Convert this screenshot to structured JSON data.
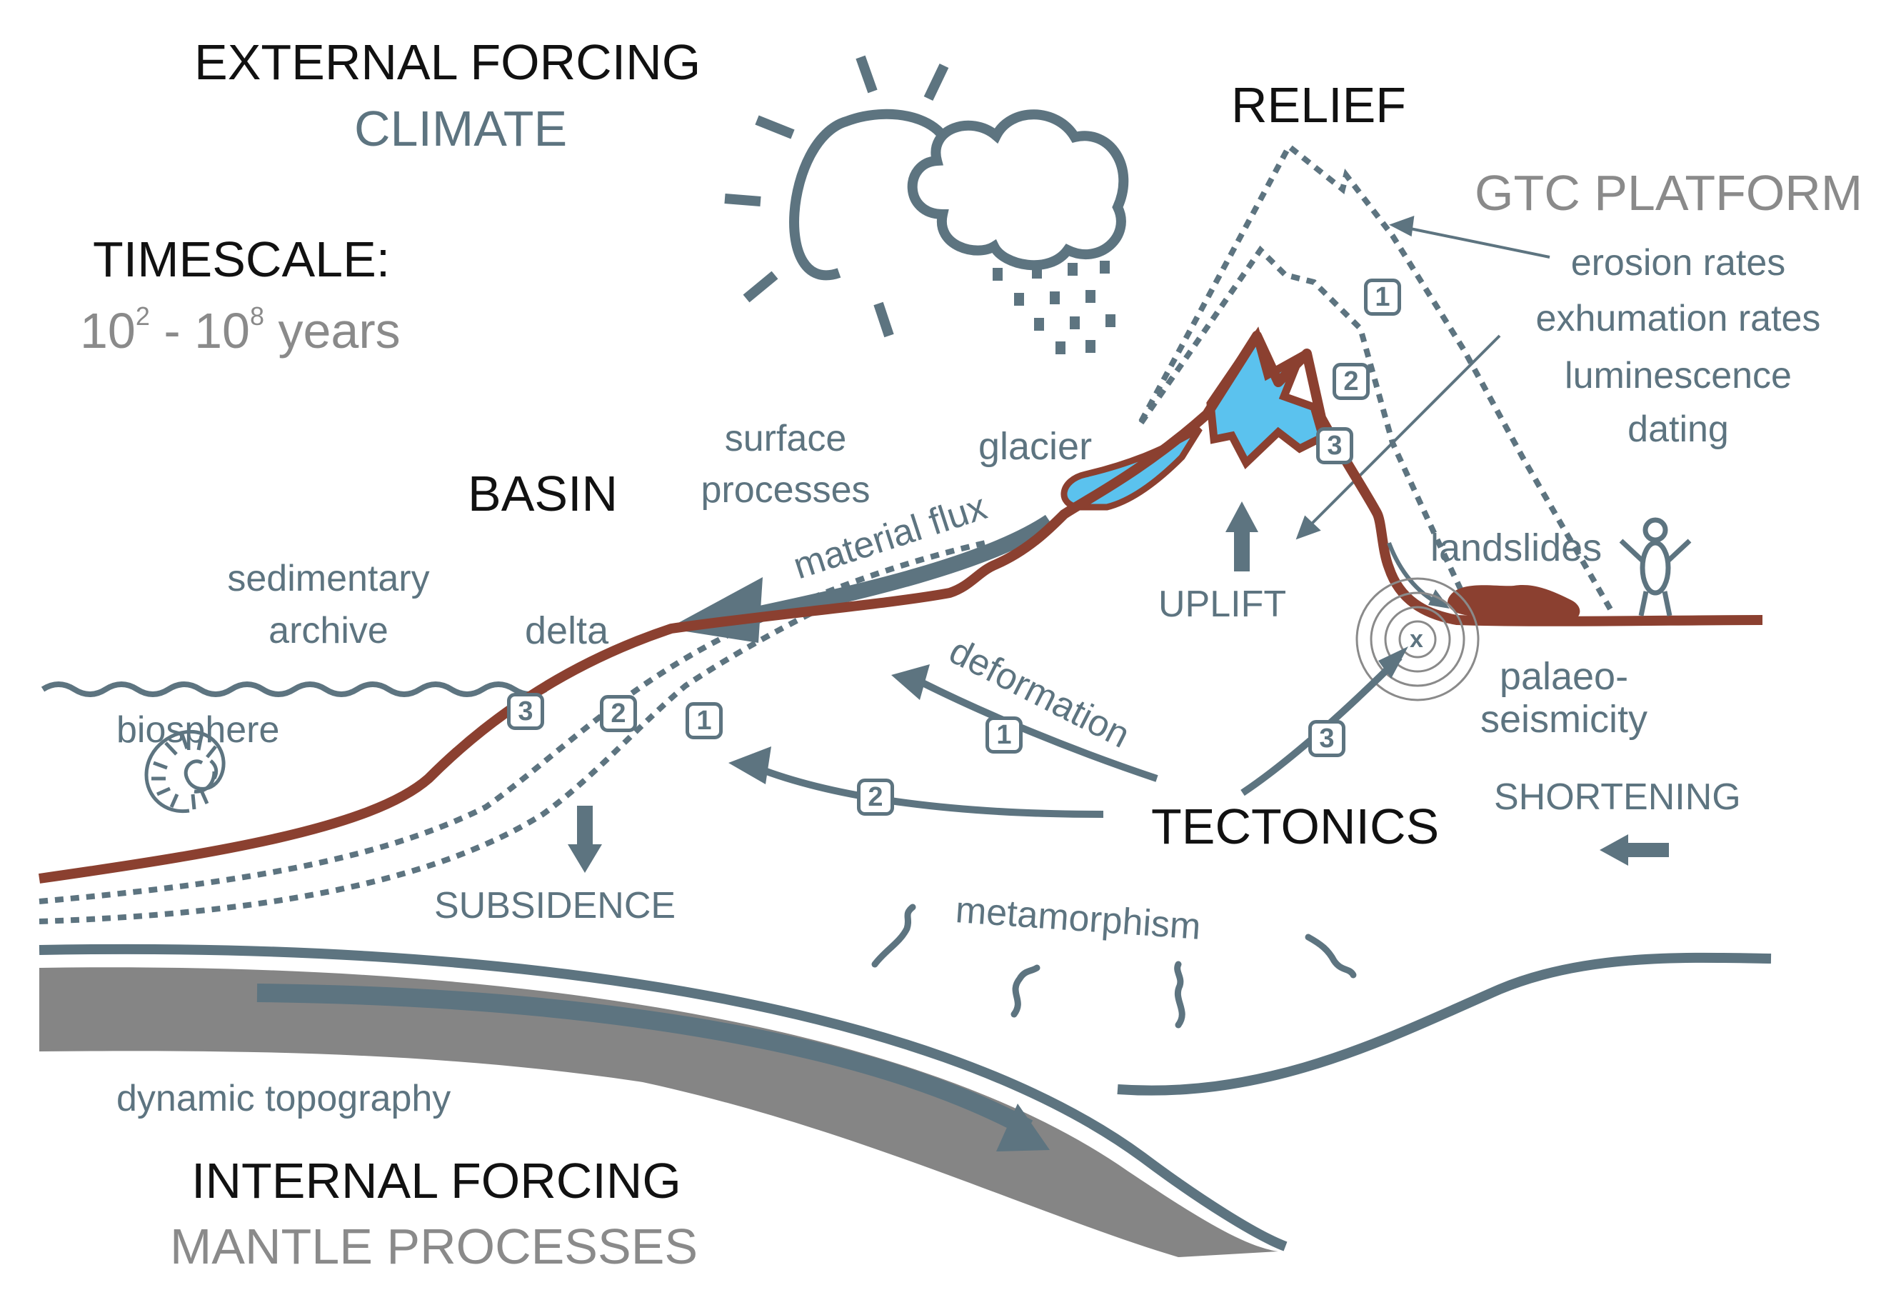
{
  "header": {
    "external_forcing": "EXTERNAL FORCING",
    "climate": "CLIMATE",
    "timescale_label": "TIMESCALE:",
    "timescale_base1": "10",
    "timescale_exp1": "2",
    "timescale_mid": " - 10",
    "timescale_exp2": "8",
    "timescale_unit": " years"
  },
  "relief": "RELIEF",
  "gtc": {
    "title": "GTC PLATFORM",
    "items": [
      "erosion rates",
      "exhumation rates",
      "luminescence",
      "dating"
    ]
  },
  "labels": {
    "glacier": "glacier",
    "surface_processes_1": "surface",
    "surface_processes_2": "processes",
    "basin": "BASIN",
    "material_flux": "material flux",
    "sedimentary_archive_1": "sedimentary",
    "sedimentary_archive_2": "archive",
    "delta": "delta",
    "biosphere": "biosphere",
    "uplift": "UPLIFT",
    "landslides": "landslides",
    "deformation": "deformation",
    "palaeoseismicity_1": "palaeo-",
    "palaeoseismicity_2": "seismicity",
    "shortening": "SHORTENING",
    "tectonics": "TECTONICS",
    "subsidence": "SUBSIDENCE",
    "metamorphism": "metamorphism",
    "dynamic_topography": "dynamic topography",
    "internal_forcing": "INTERNAL FORCING",
    "mantle_processes": "MANTLE PROCESSES",
    "epicenter": "x"
  },
  "tags": {
    "relief_1": "1",
    "relief_2": "2",
    "relief_3": "3",
    "basin_3": "3",
    "basin_2": "2",
    "basin_1": "1",
    "arrow_1": "1",
    "arrow_2": "2",
    "arrow_3": "3"
  },
  "colors": {
    "slate": "#5d7480",
    "topography_brown": "#8b4030",
    "glacier_blue": "#5bc2ee",
    "mantle_grey": "#858585",
    "text_dark": "#111111",
    "text_grey": "#8a8a8a"
  }
}
